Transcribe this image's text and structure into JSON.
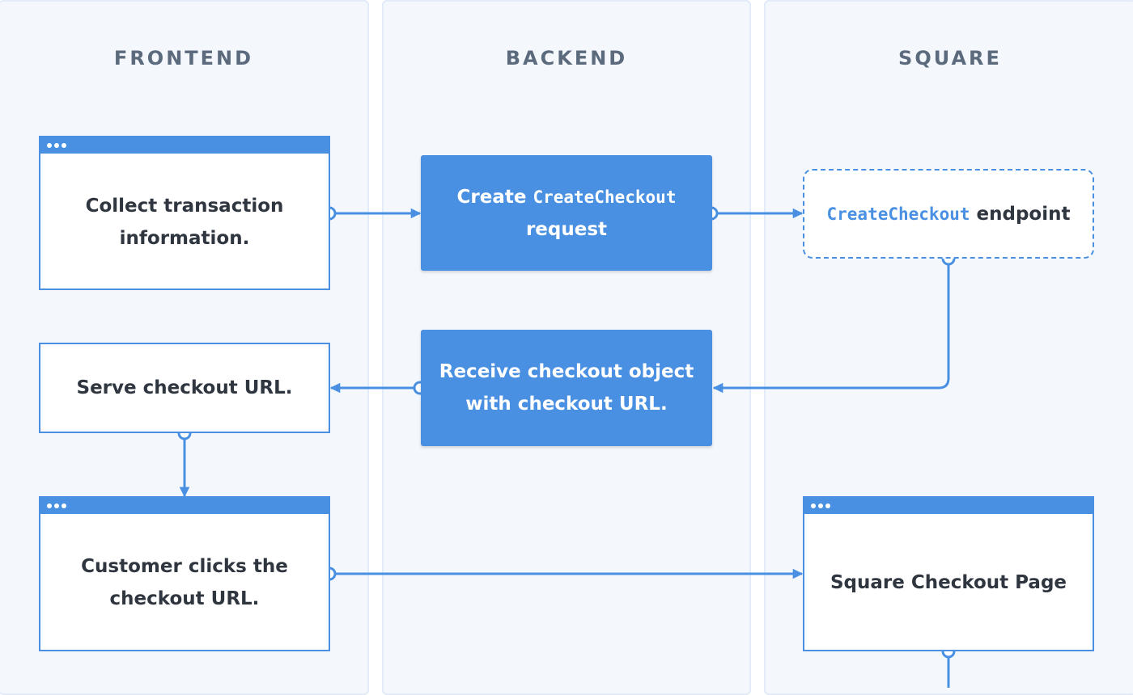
{
  "lanes": {
    "frontend": "FRONTEND",
    "backend": "BACKEND",
    "square": "SQUARE"
  },
  "nodes": {
    "collect": {
      "line1": "Collect transaction",
      "line2": "information."
    },
    "create_request": {
      "prefix": "Create",
      "code": "CreateCheckout",
      "line2": "request"
    },
    "endpoint": {
      "code": "CreateCheckout",
      "suffix": "endpoint"
    },
    "receive": {
      "line1": "Receive checkout object",
      "line2": "with checkout URL."
    },
    "serve": {
      "text": "Serve checkout URL."
    },
    "customer": {
      "line1": "Customer clicks the",
      "line2": "checkout URL."
    },
    "square_page": {
      "text": "Square Checkout Page"
    }
  },
  "colors": {
    "accent": "#4a90e2",
    "lane_bg": "#f4f8fd",
    "text": "#2f3640",
    "lane_title": "#5b6a7d"
  }
}
